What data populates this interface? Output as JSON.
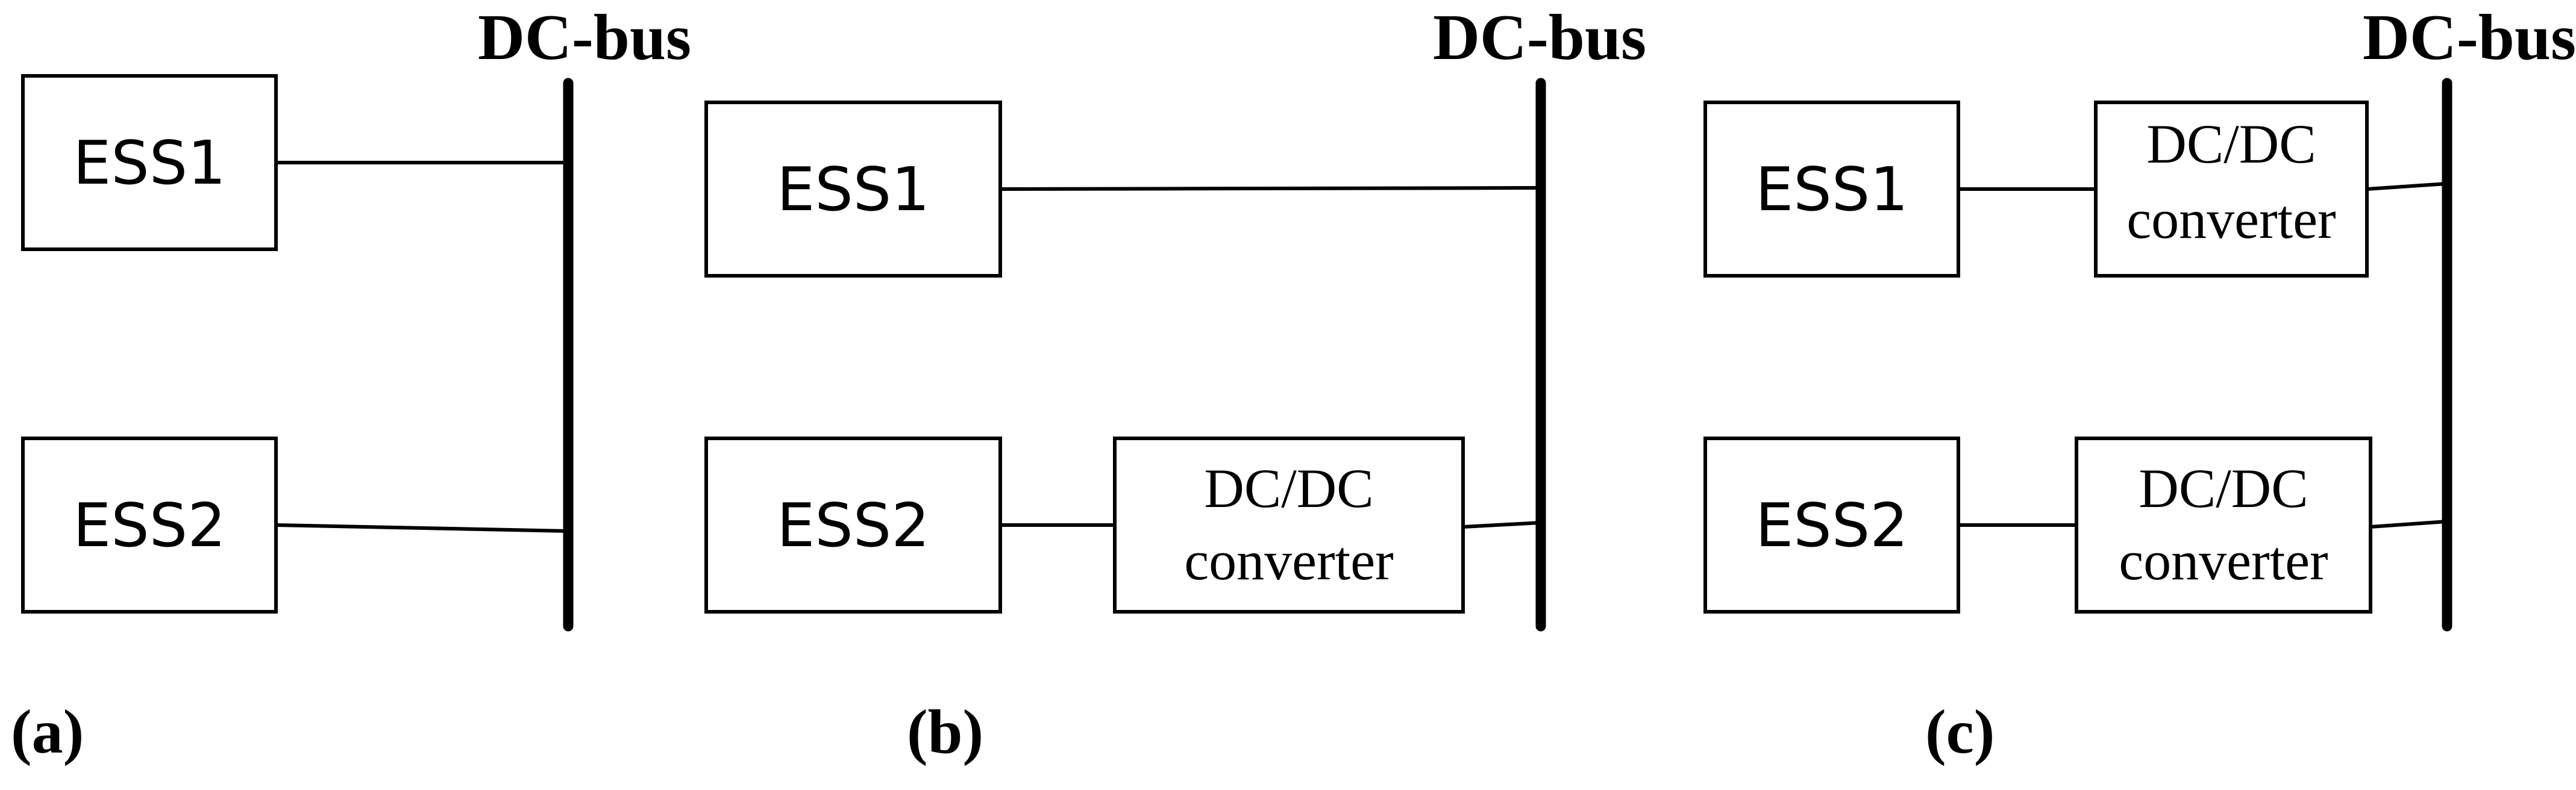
{
  "panels": [
    {
      "label": "(a)",
      "bus_label": "DC-bus",
      "ess1": "ESS1",
      "ess2": "ESS2"
    },
    {
      "label": "(b)",
      "bus_label": "DC-bus",
      "ess1": "ESS1",
      "ess2": "ESS2",
      "converter2": [
        "DC/DC",
        "converter"
      ]
    },
    {
      "label": "(c)",
      "bus_label": "DC-bus",
      "ess1": "ESS1",
      "ess2": "ESS2",
      "converter1": [
        "DC/DC",
        "converter"
      ],
      "converter2": [
        "DC/DC",
        "converter"
      ]
    }
  ]
}
